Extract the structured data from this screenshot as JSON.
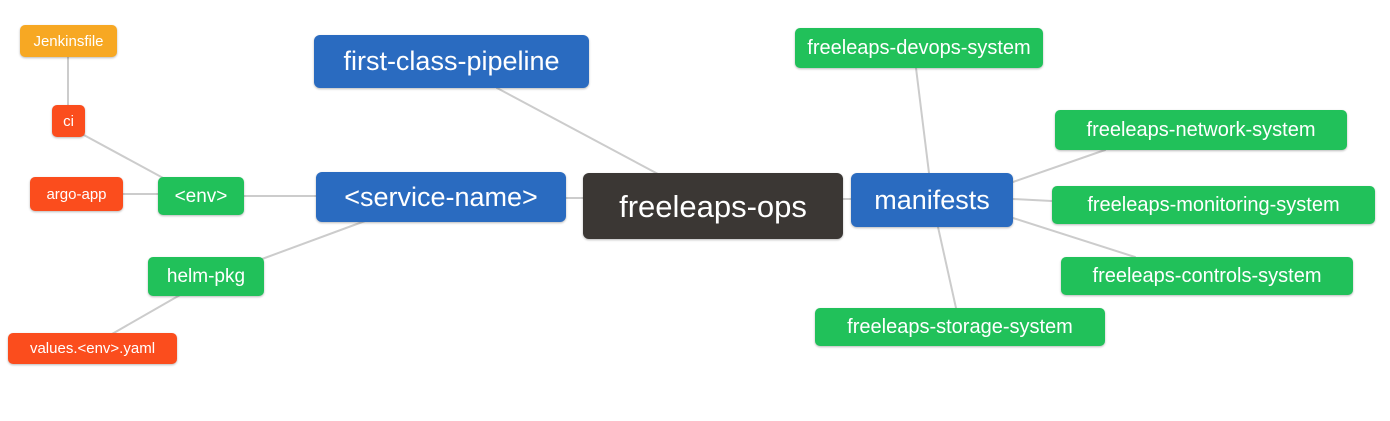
{
  "diagram": {
    "kind": "mindmap",
    "root": "freeleaps-ops"
  },
  "nodes": {
    "root": "freeleaps-ops",
    "first_class_pipeline": "first-class-pipeline",
    "service_name": "<service-name>",
    "manifests": "manifests",
    "env": "<env>",
    "helm_pkg": "helm-pkg",
    "ci": "ci",
    "argo_app": "argo-app",
    "jenkinsfile": "Jenkinsfile",
    "values_env_yaml": "values.<env>.yaml",
    "devops_system": "freeleaps-devops-system",
    "network_system": "freeleaps-network-system",
    "monitoring_system": "freeleaps-monitoring-system",
    "controls_system": "freeleaps-controls-system",
    "storage_system": "freeleaps-storage-system"
  },
  "edges": [
    [
      "Jenkinsfile",
      "ci"
    ],
    [
      "ci",
      "<env>"
    ],
    [
      "argo-app",
      "<env>"
    ],
    [
      "<env>",
      "<service-name>"
    ],
    [
      "helm-pkg",
      "<service-name>"
    ],
    [
      "values.<env>.yaml",
      "helm-pkg"
    ],
    [
      "<service-name>",
      "freeleaps-ops"
    ],
    [
      "first-class-pipeline",
      "freeleaps-ops"
    ],
    [
      "freeleaps-ops",
      "manifests"
    ],
    [
      "manifests",
      "freeleaps-devops-system"
    ],
    [
      "manifests",
      "freeleaps-network-system"
    ],
    [
      "manifests",
      "freeleaps-monitoring-system"
    ],
    [
      "manifests",
      "freeleaps-controls-system"
    ],
    [
      "manifests",
      "freeleaps-storage-system"
    ]
  ],
  "colors": {
    "root_bg": "#3b3734",
    "branch_blue": "#2a6bc0",
    "leaf_green": "#21c15a",
    "leaf_red": "#fb4d1d",
    "leaf_orange": "#f7a823",
    "node_text": "#ffffff",
    "connector": "#cccccc",
    "background": "#ffffff"
  }
}
